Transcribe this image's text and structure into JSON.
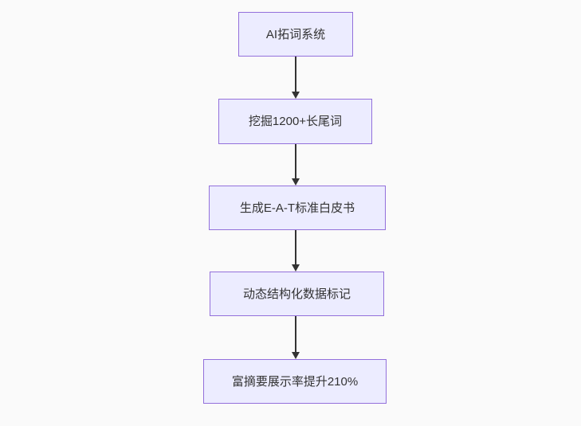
{
  "diagram": {
    "type": "flowchart",
    "direction": "top-down",
    "background": "#fafafa",
    "node_style": {
      "fill": "#ECECFF",
      "border": "#9370DB",
      "text_color": "#333333"
    },
    "arrow_color": "#333333",
    "nodes": [
      {
        "id": "step1",
        "label": "AI拓词系统"
      },
      {
        "id": "step2",
        "label": "挖掘1200+长尾词"
      },
      {
        "id": "step3",
        "label": "生成E-A-T标准白皮书"
      },
      {
        "id": "step4",
        "label": "动态结构化数据标记"
      },
      {
        "id": "step5",
        "label": "富摘要展示率提升210%"
      }
    ],
    "edges": [
      {
        "from": "step1",
        "to": "step2"
      },
      {
        "from": "step2",
        "to": "step3"
      },
      {
        "from": "step3",
        "to": "step4"
      },
      {
        "from": "step4",
        "to": "step5"
      }
    ]
  }
}
